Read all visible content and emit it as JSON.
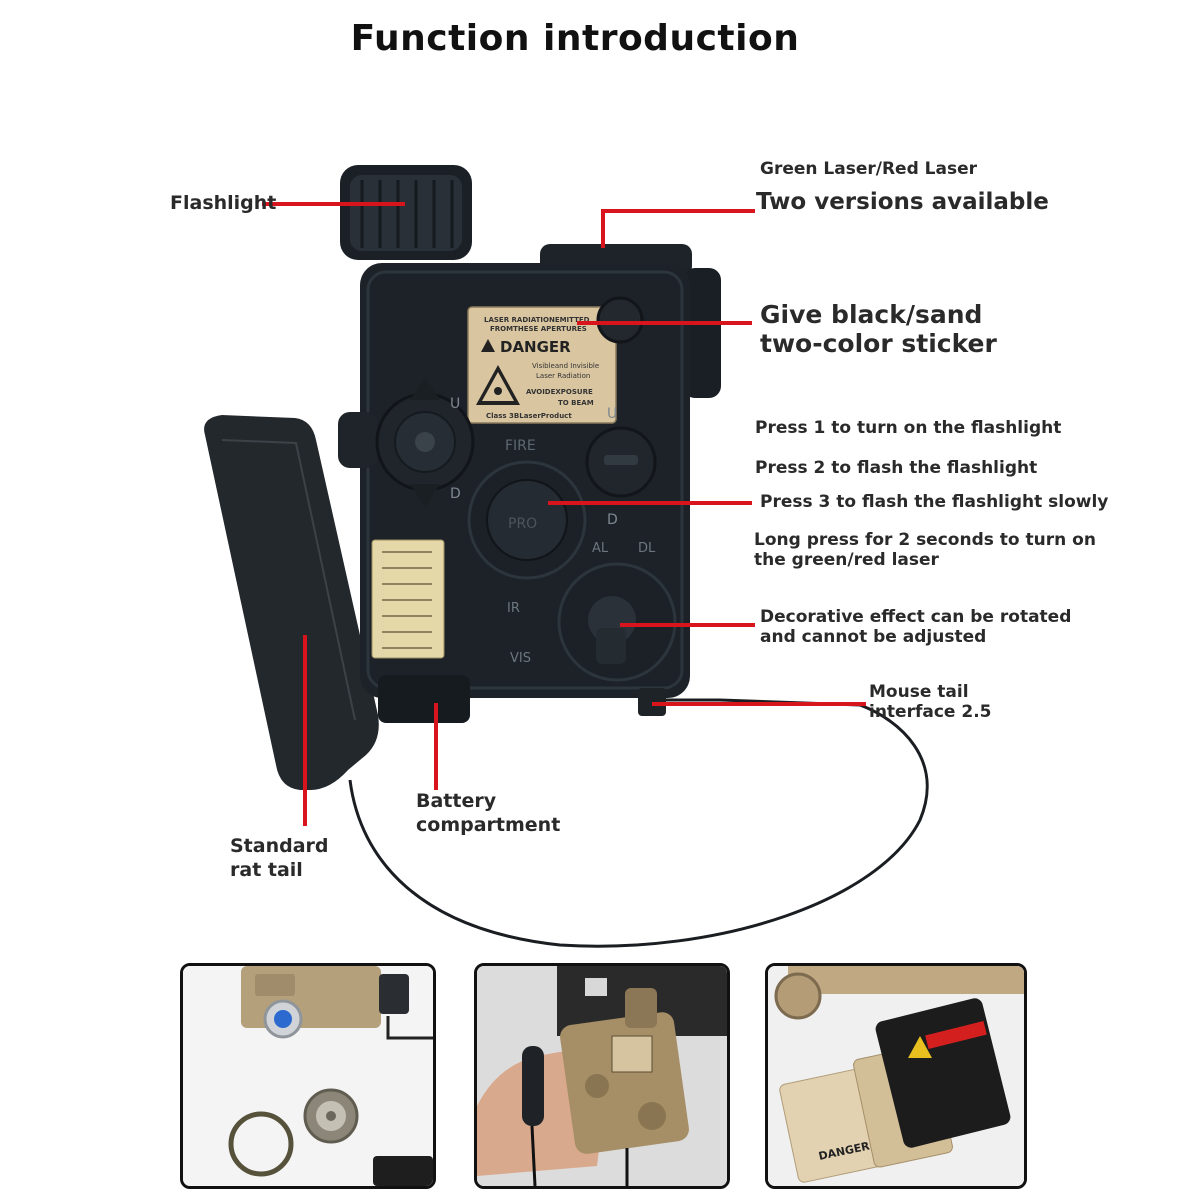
{
  "title": "Function introduction",
  "callouts": {
    "flashlight": "Flashlight",
    "laser_type": "Green Laser/Red Laser",
    "versions": "Two versions available",
    "sticker_line1": "Give black/sand",
    "sticker_line2": "two-color sticker",
    "press1": "Press 1 to turn on the flashlight",
    "press2": "Press 2 to flash the flashlight",
    "press3": "Press 3 to flash the flashlight slowly",
    "long_press_line1": "Long press for 2 seconds to turn on",
    "long_press_line2": "the green/red laser",
    "decorative_line1": "Decorative effect can be rotated",
    "decorative_line2": "and cannot be adjusted",
    "mouse_tail_line1": "Mouse tail",
    "mouse_tail_line2": "interface 2.5",
    "battery_line1": "Battery",
    "battery_line2": "compartment",
    "rat_tail_line1": "Standard",
    "rat_tail_line2": "rat tail"
  },
  "device_labels": {
    "sticker_top1": "LASER RADIATIONEMITTED",
    "sticker_top2": "FROMTHESE APERTURES",
    "danger": "DANGER",
    "visible1": "Visibleand Invisible",
    "visible2": "Laser Radiation",
    "avoid1": "AVOIDEXPOSURE",
    "avoid2": "TO BEAM",
    "class": "Class 3BLaserProduct",
    "fire": "FIRE",
    "u": "U",
    "d": "D",
    "al": "AL",
    "dl": "DL",
    "ir": "IR",
    "vis": "VIS",
    "pro": "PRO"
  },
  "thumbnails": {
    "thumb3_danger": "DANGER"
  },
  "colors": {
    "leader_red": "#d8141c",
    "device_body": "#1c2228",
    "sticker_tan": "#d9c6a0",
    "sand": "#b5a07c"
  }
}
